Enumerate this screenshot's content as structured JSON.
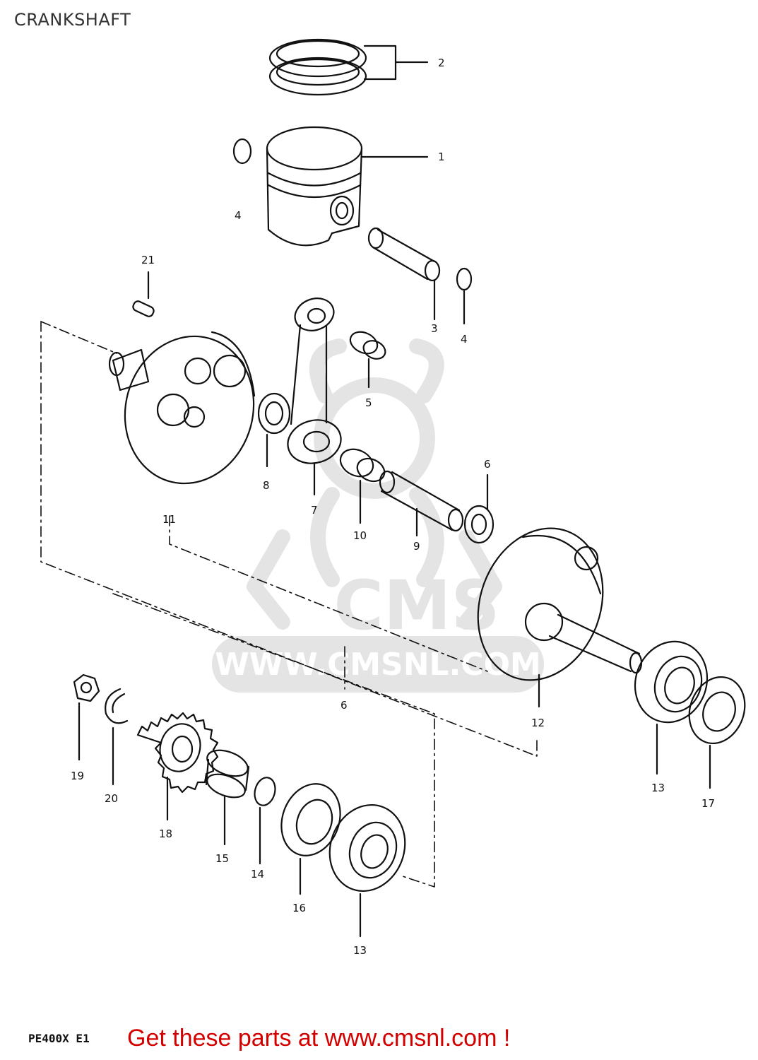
{
  "page": {
    "title": "CRANKSHAFT",
    "model_code": "PE400X E1",
    "cta": "Get these parts at www.cmsnl.com !"
  },
  "watermark": {
    "brand": "CMS",
    "url": "WWW.CMSNL.COM"
  },
  "callouts": [
    "1",
    "2",
    "3",
    "4",
    "4",
    "5",
    "6",
    "6",
    "7",
    "8",
    "9",
    "10",
    "11",
    "12",
    "13",
    "13",
    "14",
    "15",
    "16",
    "17",
    "18",
    "19",
    "20",
    "21"
  ],
  "colors": {
    "line": "#111111",
    "cta": "#d40000",
    "watermark": "#e4e4e4",
    "title": "#333333"
  }
}
